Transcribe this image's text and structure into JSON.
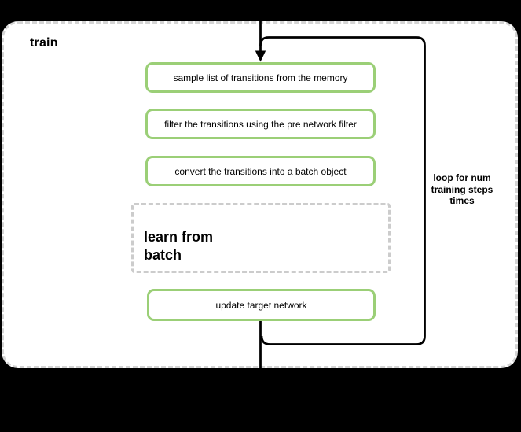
{
  "diagram": {
    "container_label": "train",
    "steps": [
      {
        "label": "sample list of transitions from the memory"
      },
      {
        "label": "filter the transitions using the pre network filter"
      },
      {
        "label": "convert the transitions into a batch object"
      }
    ],
    "subprocess": {
      "label": "learn from\nbatch"
    },
    "final_step": {
      "label": "update target network"
    },
    "loop_label": "loop for num\ntraining steps\ntimes",
    "colors": {
      "background": "#000000",
      "canvas": "#ffffff",
      "container_border": "#d4d4d4",
      "step_border": "#9bcf77",
      "subprocess_border": "#cccccc",
      "flow_stroke": "#000000"
    }
  }
}
